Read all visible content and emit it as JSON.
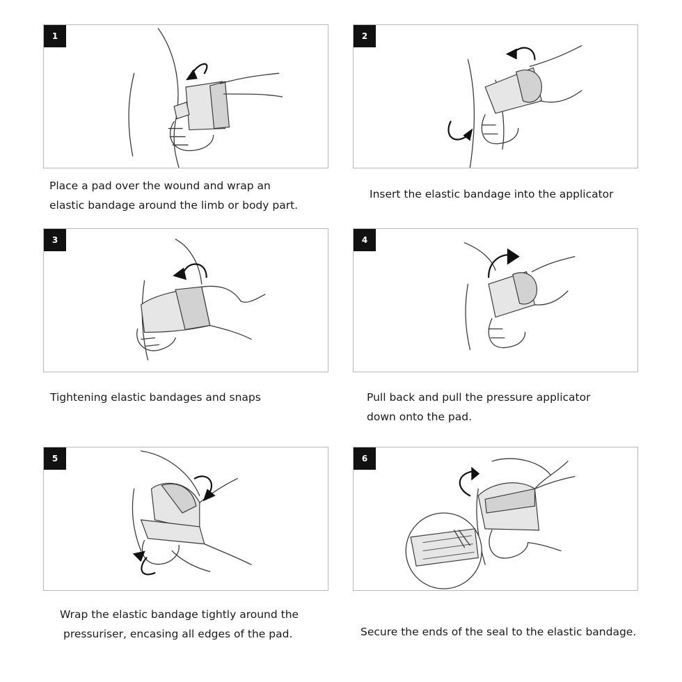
{
  "steps": [
    {
      "number": "1",
      "caption_lines": [
        "Place a pad over the wound and wrap an",
        "elastic bandage around the limb or body part."
      ]
    },
    {
      "number": "2",
      "caption_lines": [
        "Insert the elastic bandage into the applicator"
      ]
    },
    {
      "number": "3",
      "caption_lines": [
        "Tightening elastic bandages and snaps"
      ]
    },
    {
      "number": "4",
      "caption_lines": [
        "Pull back and pull the pressure applicator",
        "down onto the pad."
      ]
    },
    {
      "number": "5",
      "caption_lines": [
        "Wrap the elastic bandage tightly around the",
        "pressuriser, encasing all edges of the pad."
      ]
    },
    {
      "number": "6",
      "caption_lines": [
        "Secure the ends of the seal to the elastic bandage."
      ]
    }
  ]
}
